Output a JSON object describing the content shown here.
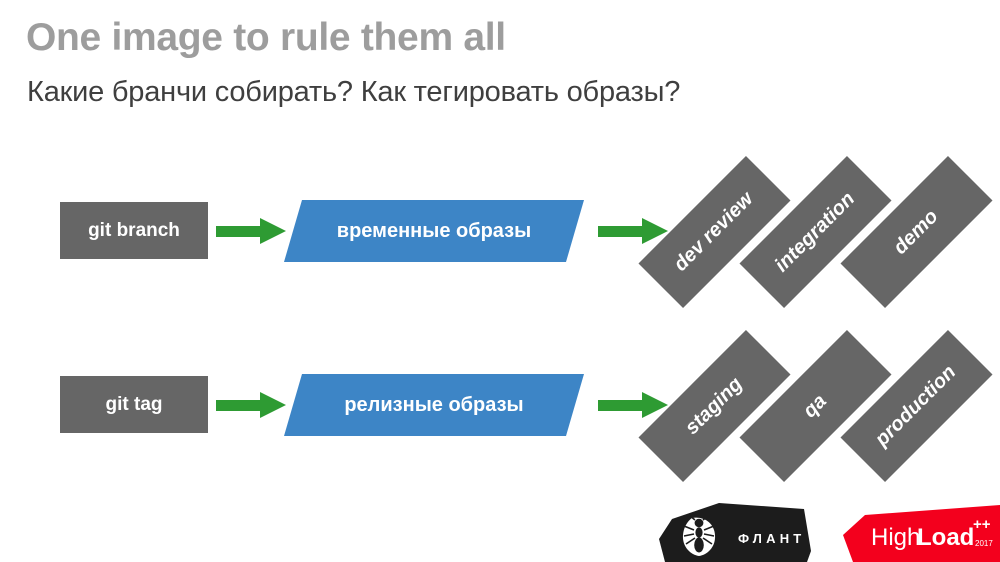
{
  "slide": {
    "title": "One image to rule them all",
    "subtitle": "Какие бранчи собирать? Как тегировать образы?",
    "background": "#ffffff"
  },
  "colors": {
    "title_grey": "#9d9d9d",
    "subtitle_grey": "#3f3f3f",
    "box_grey": "#666666",
    "stage_blue": "#3d85c6",
    "arrow_green": "#2e9b33",
    "logo_black": "#1c1c1c",
    "logo_red": "#f3001d"
  },
  "diagram": {
    "rows": [
      {
        "id": "branch-flow",
        "source": "git branch",
        "arrow_icon": "arrow-right-icon",
        "stage": "временные образы",
        "tags": [
          "dev review",
          "integration",
          "demo"
        ]
      },
      {
        "id": "tag-flow",
        "source": "git tag",
        "arrow_icon": "arrow-right-icon",
        "stage": "релизные образы",
        "tags": [
          "staging",
          "qa",
          "production"
        ]
      }
    ]
  },
  "logos": {
    "flant": {
      "name": "ФЛАНТ",
      "icon": "ant-icon"
    },
    "highload": {
      "part1": "High",
      "part2": "Load",
      "plusplus": "++",
      "year": "2017"
    }
  }
}
